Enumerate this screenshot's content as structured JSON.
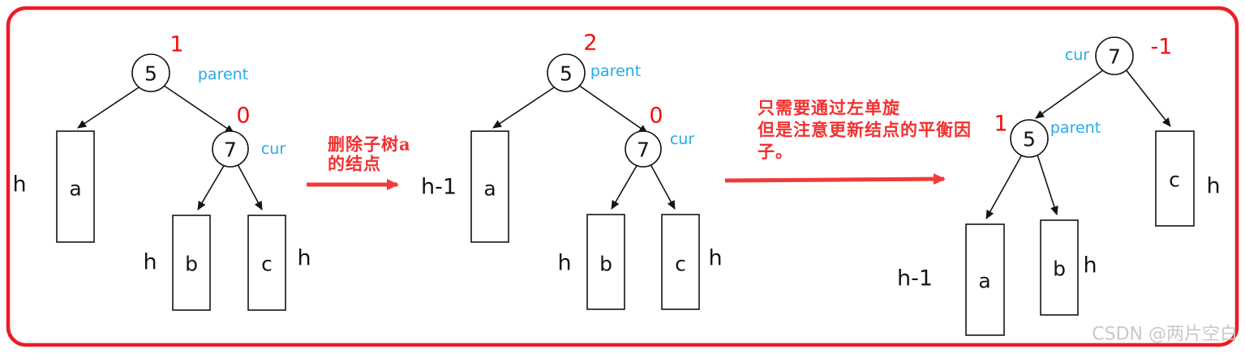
{
  "colors": {
    "annotation_red": "#f40d0d",
    "label_blue": "#25aaec",
    "border_red": "#ec1c24",
    "shape_black": "#141414",
    "watermark_gray": "#c9c9c9"
  },
  "tree1": {
    "root_balance": "1",
    "root_value": "5",
    "root_tag": "parent",
    "right_balance": "0",
    "right_value": "7",
    "right_tag": "cur",
    "subtree_a": "a",
    "subtree_a_height": "h",
    "subtree_b": "b",
    "subtree_b_height": "h",
    "subtree_c": "c",
    "subtree_c_height": "h"
  },
  "step1": {
    "line1": "删除子树a",
    "line2": "的结点"
  },
  "tree2": {
    "root_balance": "2",
    "root_value": "5",
    "root_tag": "parent",
    "right_balance": "0",
    "right_value": "7",
    "right_tag": "cur",
    "subtree_a": "a",
    "subtree_a_height": "h-1",
    "subtree_b": "b",
    "subtree_b_height": "h",
    "subtree_c": "c",
    "subtree_c_height": "h"
  },
  "step2": {
    "line1": "只需要通过左单旋",
    "line2": "但是注意更新结点的平衡因",
    "line3": "子。"
  },
  "tree3": {
    "root_balance": "-1",
    "root_value": "7",
    "root_tag": "cur",
    "left_balance": "1",
    "left_value": "5",
    "left_tag": "parent",
    "subtree_a": "a",
    "subtree_a_height": "h-1",
    "subtree_b": "b",
    "subtree_b_height": "h",
    "subtree_c": "c",
    "subtree_c_height": "h"
  },
  "watermark": "CSDN @两片空白"
}
